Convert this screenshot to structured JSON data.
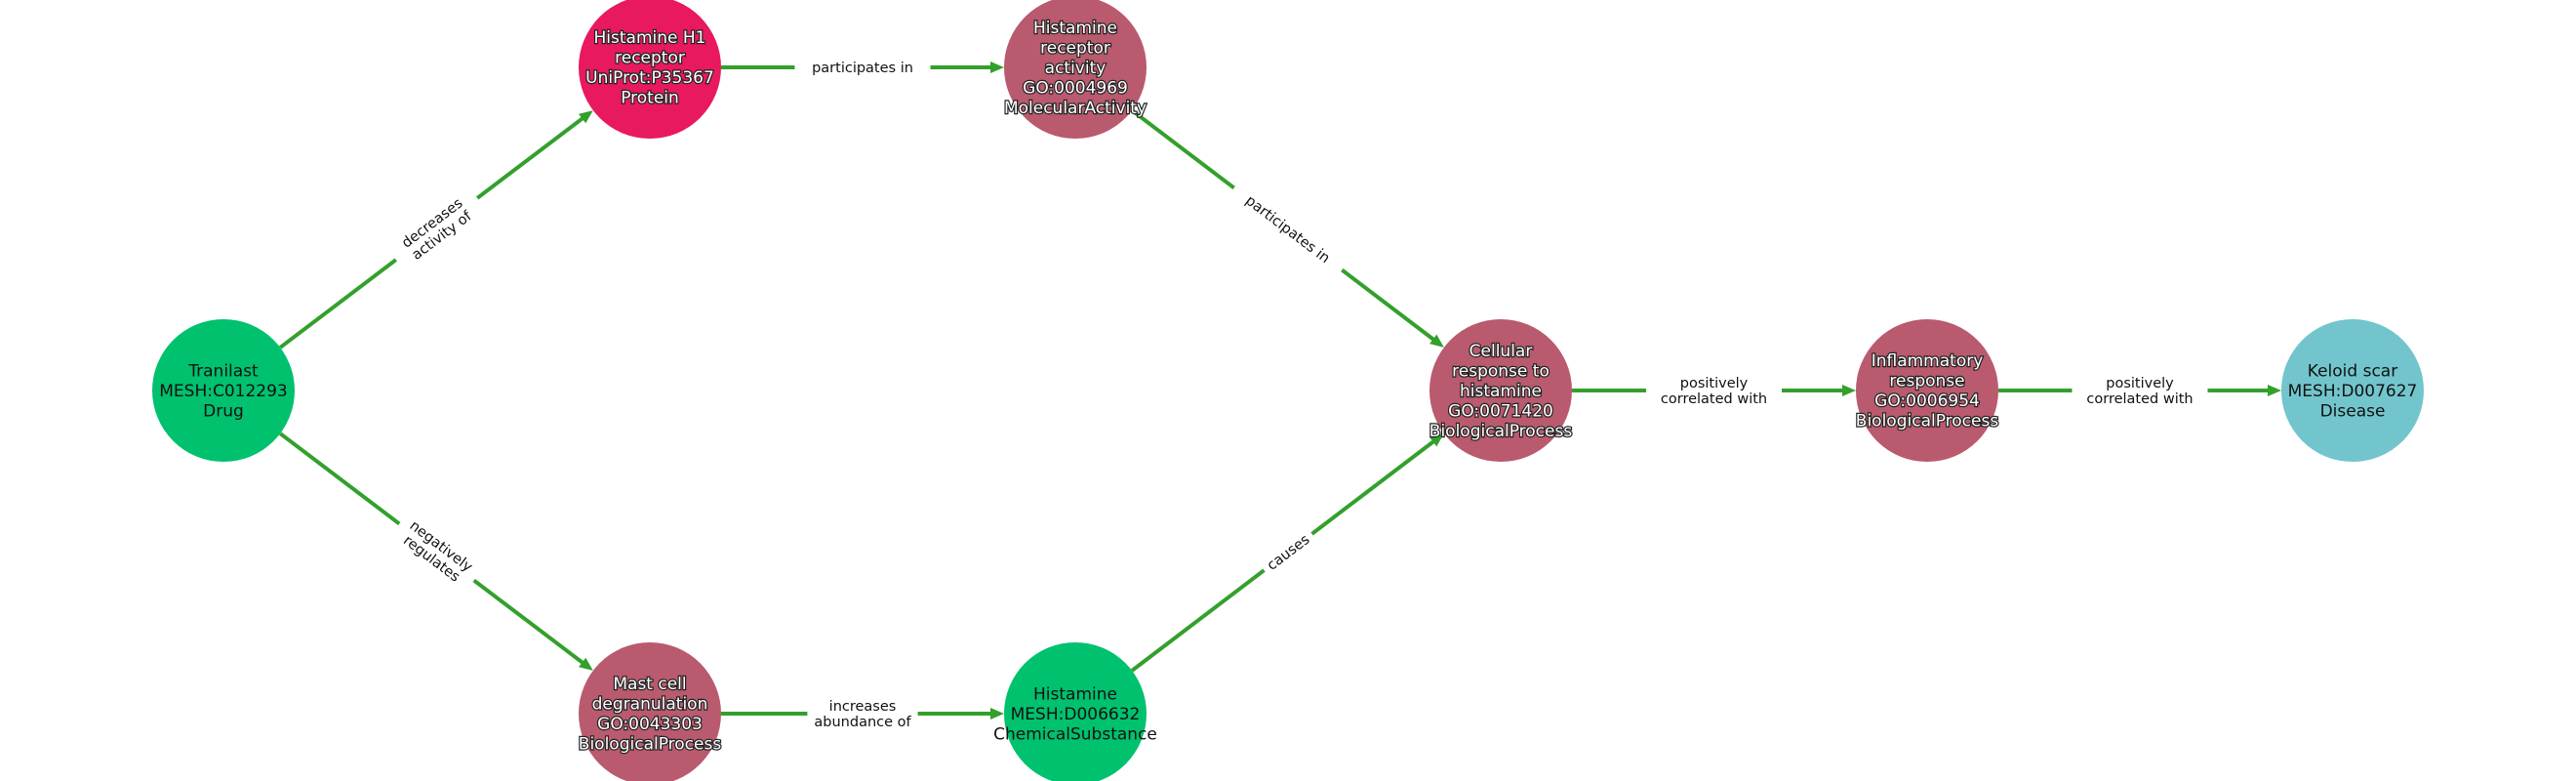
{
  "colors": {
    "edge": "#33a02c",
    "drug_or_chemical": "#00c16e",
    "protein": "#e8195e",
    "go_term": "#b95a6e",
    "disease": "#72c5cc"
  },
  "nodes": [
    {
      "id": "tranilast",
      "lines": [
        "Tranilast",
        "MESH:C012293",
        "Drug"
      ],
      "color": "#00c16e",
      "text_style": "dark"
    },
    {
      "id": "h1_receptor",
      "lines": [
        "Histamine H1",
        "receptor",
        "UniProt:P35367",
        "Protein"
      ],
      "color": "#e8195e",
      "text_style": "light"
    },
    {
      "id": "h1_activity",
      "lines": [
        "Histamine",
        "receptor",
        "activity",
        "GO:0004969",
        "MolecularActivity"
      ],
      "color": "#b95a6e",
      "text_style": "light"
    },
    {
      "id": "mast_cell",
      "lines": [
        "Mast cell",
        "degranulation",
        "GO:0043303",
        "BiologicalProcess"
      ],
      "color": "#b95a6e",
      "text_style": "light"
    },
    {
      "id": "histamine",
      "lines": [
        "Histamine",
        "MESH:D006632",
        "ChemicalSubstance"
      ],
      "color": "#00c16e",
      "text_style": "dark"
    },
    {
      "id": "cellular_response",
      "lines": [
        "Cellular",
        "response to",
        "histamine",
        "GO:0071420",
        "BiologicalProcess"
      ],
      "color": "#b95a6e",
      "text_style": "light"
    },
    {
      "id": "inflammatory",
      "lines": [
        "Inflammatory",
        "response",
        "GO:0006954",
        "BiologicalProcess"
      ],
      "color": "#b95a6e",
      "text_style": "light"
    },
    {
      "id": "keloid",
      "lines": [
        "Keloid scar",
        "MESH:D007627",
        "Disease"
      ],
      "color": "#72c5cc",
      "text_style": "dark"
    }
  ],
  "edges": [
    {
      "source": "tranilast",
      "target": "h1_receptor",
      "label": [
        "decreases",
        "activity of"
      ]
    },
    {
      "source": "tranilast",
      "target": "mast_cell",
      "label": [
        "negatively",
        "regulates"
      ]
    },
    {
      "source": "h1_receptor",
      "target": "h1_activity",
      "label": [
        "participates in"
      ]
    },
    {
      "source": "h1_activity",
      "target": "cellular_response",
      "label": [
        "participates in"
      ]
    },
    {
      "source": "mast_cell",
      "target": "histamine",
      "label": [
        "increases",
        "abundance of"
      ]
    },
    {
      "source": "histamine",
      "target": "cellular_response",
      "label": [
        "causes"
      ]
    },
    {
      "source": "cellular_response",
      "target": "inflammatory",
      "label": [
        "positively",
        "correlated with"
      ]
    },
    {
      "source": "inflammatory",
      "target": "keloid",
      "label": [
        "positively",
        "correlated with"
      ]
    }
  ]
}
